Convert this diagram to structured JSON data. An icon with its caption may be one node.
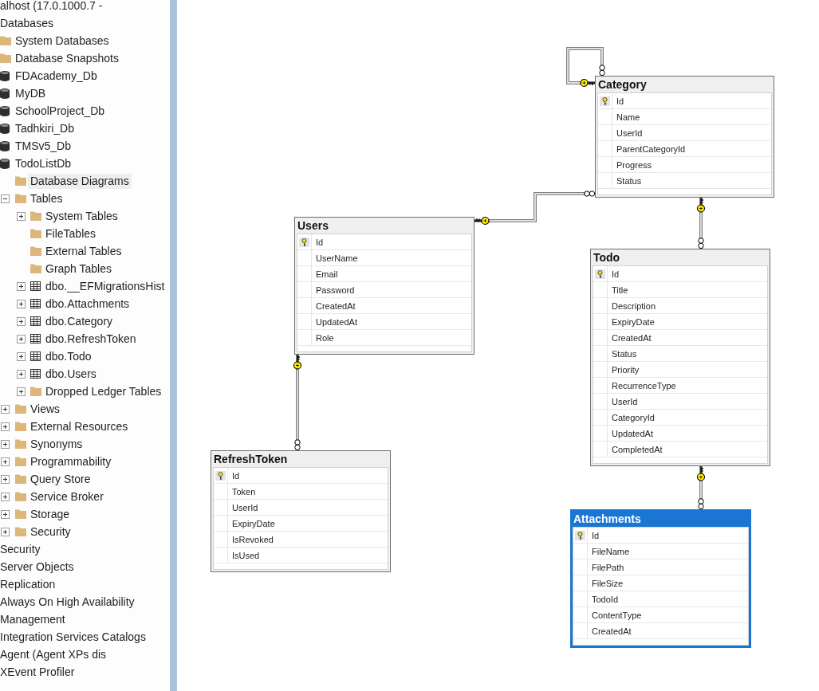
{
  "diagram": {
    "nodes": [
      {
        "text": [
          "Category",
          "Id",
          "Name",
          "UserId",
          "ParentCategoryId",
          "Progress",
          "Status"
        ]
      },
      {
        "text": [
          "Users",
          "Id",
          "UserName",
          "Email",
          "Password",
          "CreatedAt",
          "UpdatedAt",
          "Role"
        ]
      },
      {
        "text": [
          "Todo",
          "Id",
          "Title",
          "Description",
          "ExpiryDate",
          "CreatedAt",
          "Status",
          "Priority",
          "RecurrenceType",
          "UserId",
          "CategoryId",
          "UpdatedAt",
          "CompletedAt"
        ]
      },
      {
        "text": [
          "RefreshToken",
          "Id",
          "Token",
          "UserId",
          "ExpiryDate",
          "IsRevoked",
          "IsUsed"
        ]
      },
      {
        "text": [
          "Attachments",
          "Id",
          "FileName",
          "FilePath",
          "FileSize",
          "TodoId",
          "ContentType",
          "CreatedAt"
        ]
      }
    ],
    "edges": [
      {
        "from": 0,
        "to": 0,
        "arrow": "other"
      },
      {
        "from": 1,
        "to": 0,
        "arrow": "other"
      },
      {
        "from": 0,
        "to": 2,
        "arrow": "other"
      },
      {
        "from": 1,
        "to": 3,
        "arrow": "other"
      },
      {
        "from": 2,
        "to": 4,
        "arrow": "other"
      }
    ],
    "labels": [
      "alhost (17.0.1000.7 -",
      "Databases",
      "System Databases",
      "Database Snapshots",
      "FDAcademy_Db",
      "MyDB",
      "SchoolProject_Db",
      "Tadhkiri_Db",
      "TMSv5_Db",
      "TodoListDb",
      "Database Diagrams",
      "Tables",
      "System Tables",
      "FileTables",
      "External Tables",
      "Graph Tables",
      "dbo.__EFMigrationsHist",
      "dbo.Attachments",
      "dbo.Category",
      "dbo.RefreshToken",
      "dbo.Todo",
      "dbo.Users",
      "Dropped Ledger Tables",
      "Views",
      "External Resources",
      "Synonyms",
      "Programmability",
      "Query Store",
      "Service Broker",
      "Storage",
      "Security",
      "Security",
      "Server Objects",
      "Replication",
      "Always On High Availability",
      "Management",
      "Integration Services Catalogs",
      "Agent (Agent XPs dis",
      "XEvent Profiler"
    ]
  }
}
